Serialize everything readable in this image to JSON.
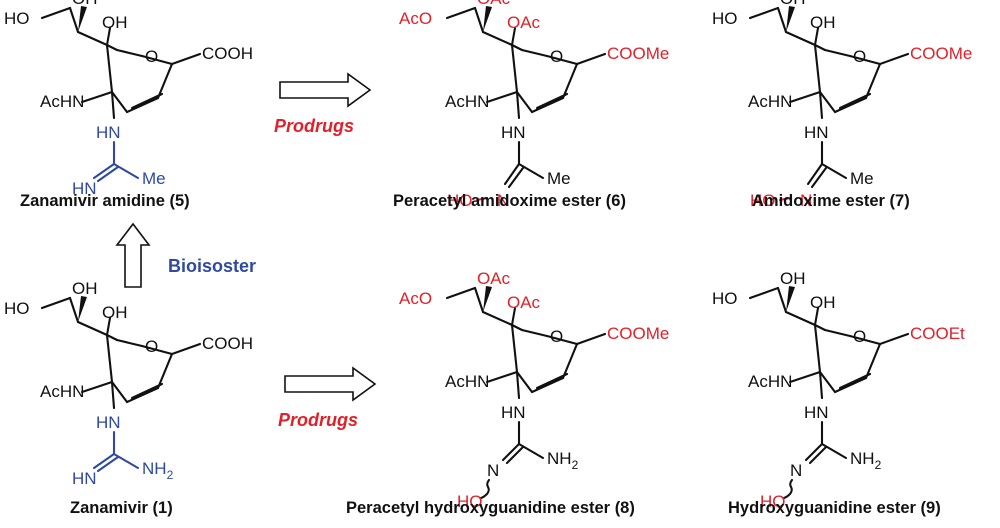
{
  "compounds": {
    "zanamivir_amidine": {
      "caption": "Zanamivir amidine (5)",
      "acid": "COOH",
      "ho_top": "OH",
      "ho_chain": "HO",
      "oh_ring": "OH",
      "ring_o": "O",
      "achn": "AcHN",
      "nh": "HN",
      "imine": "HN",
      "methyl": "Me"
    },
    "peracetyl_amidoxime": {
      "caption": "Peracetyl amidoxime ester (6)",
      "aco_chain": "AcO",
      "oac_top": "OAc",
      "oac_ring": "OAc",
      "ring_o": "O",
      "ester": "COOMe",
      "achn": "AcHN",
      "nh": "HN",
      "hydroxy": "HO",
      "n": "N",
      "methyl": "Me"
    },
    "amidoxime": {
      "caption": "Amidoxime ester (7)",
      "ho_chain": "HO",
      "oh_top": "OH",
      "oh_ring": "OH",
      "ring_o": "O",
      "ester": "COOMe",
      "achn": "AcHN",
      "nh": "HN",
      "hydroxy": "HO",
      "n": "N",
      "methyl": "Me"
    },
    "zanamivir": {
      "caption": "Zanamivir (1)",
      "acid": "COOH",
      "ho_top": "OH",
      "ho_chain": "HO",
      "oh_ring": "OH",
      "ring_o": "O",
      "achn": "AcHN",
      "nh": "HN",
      "imine": "HN",
      "amine": "NH",
      "amine_sub": "2"
    },
    "peracetyl_hydroxyguanidine": {
      "caption": "Peracetyl hydroxyguanidine ester (8)",
      "aco_chain": "AcO",
      "oac_top": "OAc",
      "oac_ring": "OAc",
      "ring_o": "O",
      "ester": "COOMe",
      "achn": "AcHN",
      "nh": "HN",
      "n": "N",
      "amine": "NH",
      "amine_sub": "2",
      "hydroxy": "HO"
    },
    "hydroxyguanidine": {
      "caption": "Hydroxyguanidine ester (9)",
      "ho_chain": "HO",
      "oh_top": "OH",
      "oh_ring": "OH",
      "ring_o": "O",
      "ester": "COOEt",
      "achn": "AcHN",
      "nh": "HN",
      "n": "N",
      "amine": "NH",
      "amine_sub": "2",
      "hydroxy": "HO"
    }
  },
  "annotations": {
    "prodrugs_top": "Prodrugs",
    "prodrugs_bottom": "Prodrugs",
    "bioisoster": "Bioisoster"
  },
  "colors": {
    "black": "#111111",
    "red": "#e0212a",
    "blue": "#2f4aa0"
  }
}
